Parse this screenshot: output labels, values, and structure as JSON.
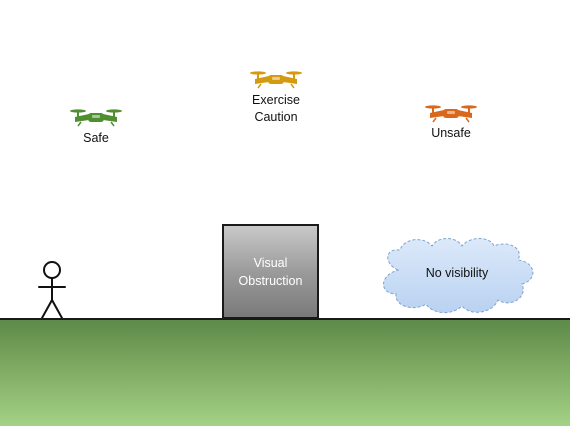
{
  "drones": [
    {
      "key": "safe",
      "label": "Safe",
      "color": "#4f8f2f"
    },
    {
      "key": "caution",
      "label": "Exercise\nCaution",
      "color": "#d49a10"
    },
    {
      "key": "unsafe",
      "label": "Unsafe",
      "color": "#d9681c"
    }
  ],
  "obstruction": {
    "label": "Visual\nObstruction"
  },
  "cloud": {
    "label": "No visibility"
  },
  "icons": {
    "person": "stick-figure-icon",
    "drone": "quadcopter-icon",
    "cloud": "cloud-icon"
  }
}
